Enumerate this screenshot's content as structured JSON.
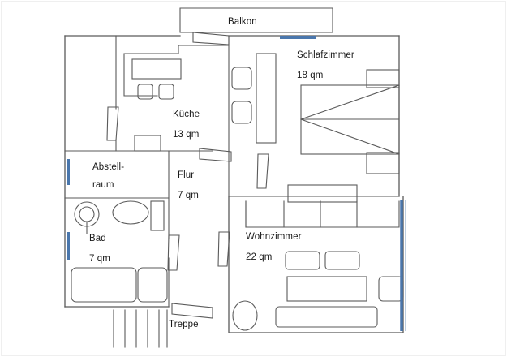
{
  "document": {
    "type": "floor-plan",
    "title": "Wohnungsgrundriss",
    "units": "qm",
    "line_color": "#5a5a5a",
    "window_color": "#4a77ad",
    "text_color": "#1a1a1a",
    "background": "#ffffff"
  },
  "rooms": [
    {
      "id": "balkon",
      "name": "Balkon",
      "area": ""
    },
    {
      "id": "schlafzimmer",
      "name": "Schlafzimmer",
      "area": "18 qm"
    },
    {
      "id": "kueche",
      "name": "Küche",
      "area": "13 qm"
    },
    {
      "id": "abstellraum",
      "name_line1": "Abstell-",
      "name_line2": "raum",
      "area": ""
    },
    {
      "id": "flur",
      "name": "Flur",
      "area": "7 qm"
    },
    {
      "id": "bad",
      "name": "Bad",
      "area": "7 qm"
    },
    {
      "id": "wohnzimmer",
      "name": "Wohnzimmer",
      "area": "22 qm"
    },
    {
      "id": "treppe",
      "name": "Treppe",
      "area": ""
    }
  ],
  "labels": {
    "balkon": {
      "name": "Balkon"
    },
    "schlafzimmer": {
      "name": "Schlafzimmer",
      "area": "18 qm"
    },
    "kueche": {
      "name": "Küche",
      "area": "13 qm"
    },
    "abstellraum": {
      "line1": "Abstell-",
      "line2": "raum"
    },
    "flur": {
      "name": "Flur",
      "area": "7 qm"
    },
    "bad": {
      "name": "Bad",
      "area": "7 qm"
    },
    "wohnzimmer": {
      "name": "Wohnzimmer",
      "area": "22 qm"
    },
    "treppe": {
      "name": "Treppe"
    }
  },
  "fixtures": {
    "kitchen": [
      "counter-run",
      "countertop",
      "burner-left",
      "burner-right",
      "base-cabinet"
    ],
    "bedroom": [
      "bed",
      "nightstand-top",
      "nightstand-bottom",
      "wardrobe"
    ],
    "bathroom": [
      "toilet",
      "sink",
      "bathtub",
      "shower",
      "cabinet"
    ],
    "living": [
      "sofa",
      "shelf",
      "side-table-left",
      "side-table-right",
      "coffee-table",
      "armchair",
      "sideboard",
      "plant"
    ],
    "hall": [
      "cabinet-upper",
      "cabinet-lower",
      "wardrobe-column"
    ],
    "stairs": {
      "step_count": 6
    }
  },
  "windows": [
    {
      "id": "window-bedroom",
      "orientation": "horizontal"
    },
    {
      "id": "window-storage",
      "orientation": "vertical"
    },
    {
      "id": "window-bath",
      "orientation": "vertical"
    },
    {
      "id": "window-living",
      "orientation": "vertical"
    }
  ],
  "doors": [
    {
      "id": "door-balcony"
    },
    {
      "id": "door-kitchen-hall"
    },
    {
      "id": "door-kitchen-storage"
    },
    {
      "id": "door-hall-bedroom"
    },
    {
      "id": "door-bath-hall"
    },
    {
      "id": "door-hall-living"
    },
    {
      "id": "door-hall-stairs"
    }
  ]
}
